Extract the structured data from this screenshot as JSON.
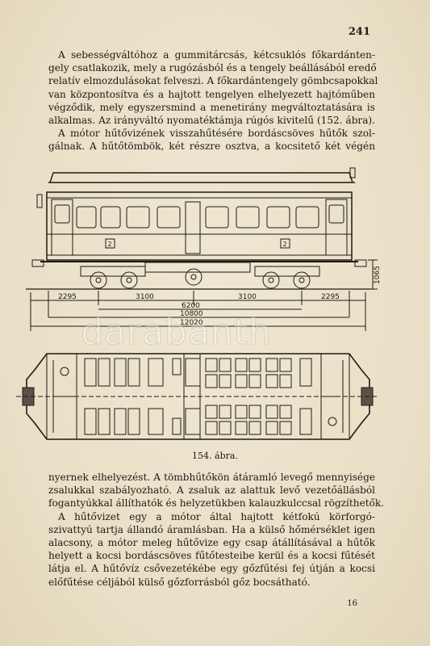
{
  "page_number": "241",
  "paragraph1_lines": [
    "A sebességváltóhoz a gummitárcsás, kétcsuklós főkardánten-",
    "gely csatlakozik, mely a rugózásból és a tengely beállásából eredő",
    "relatív elmozdulásokat felveszi. A főkardántengely gömbcsapokkal",
    "van központosítva és a hajtott tengelyen elhelyezett hajtóműben",
    "végződik, mely egyszersmind a menetirány megváltoztatására is",
    "alkalmas. Az irányváltó nyomatéktámja rúgós kivitelű (152. ábra).",
    "A mótor hűtővizének visszahűtésére bordáscsöves hűtők szol-",
    "gálnak. A hűtőtömbök, két részre osztva, a kocsitető két végén"
  ],
  "paragraph2_lines": [
    "nyernek elhelyezést. A tömbhűtőkön átáramló levegő mennyisége",
    "zsalukkal szabályozható. A zsaluk az alattuk levő vezetőállásból",
    "fogantyúkkal állíthatók és helyzetükben kalauzkulccsal rögzíthetők.",
    "A hűtővizet egy a mótor által hajtott kétfokú körforgó-",
    "szivattyú tartja állandó áramlásban. Ha a külső hőmérséklet igen",
    "alacsony, a mótor meleg hűtővize egy csap átállításával a hűtők",
    "helyett a kocsi bordáscsöves fűtőtesteibe kerül és a kocsi fűtését",
    "látja el. A hűtővíz csővezetékébe egy gőzfűtési fej útján a kocsi",
    "előfűtése céljából külső gőzforrásból gőz bocsátható."
  ],
  "figure": {
    "caption": "154. ábra.",
    "dimensions": {
      "d2295_left": "2295",
      "d3100_left": "3100",
      "d3100_right": "3100",
      "d2295_right": "2295",
      "d6200": "6200",
      "d10800": "10800",
      "d12020": "12020",
      "height_1065": "1065"
    },
    "class_mark": "2"
  },
  "watermark": "darabanth",
  "footer_number": "16"
}
